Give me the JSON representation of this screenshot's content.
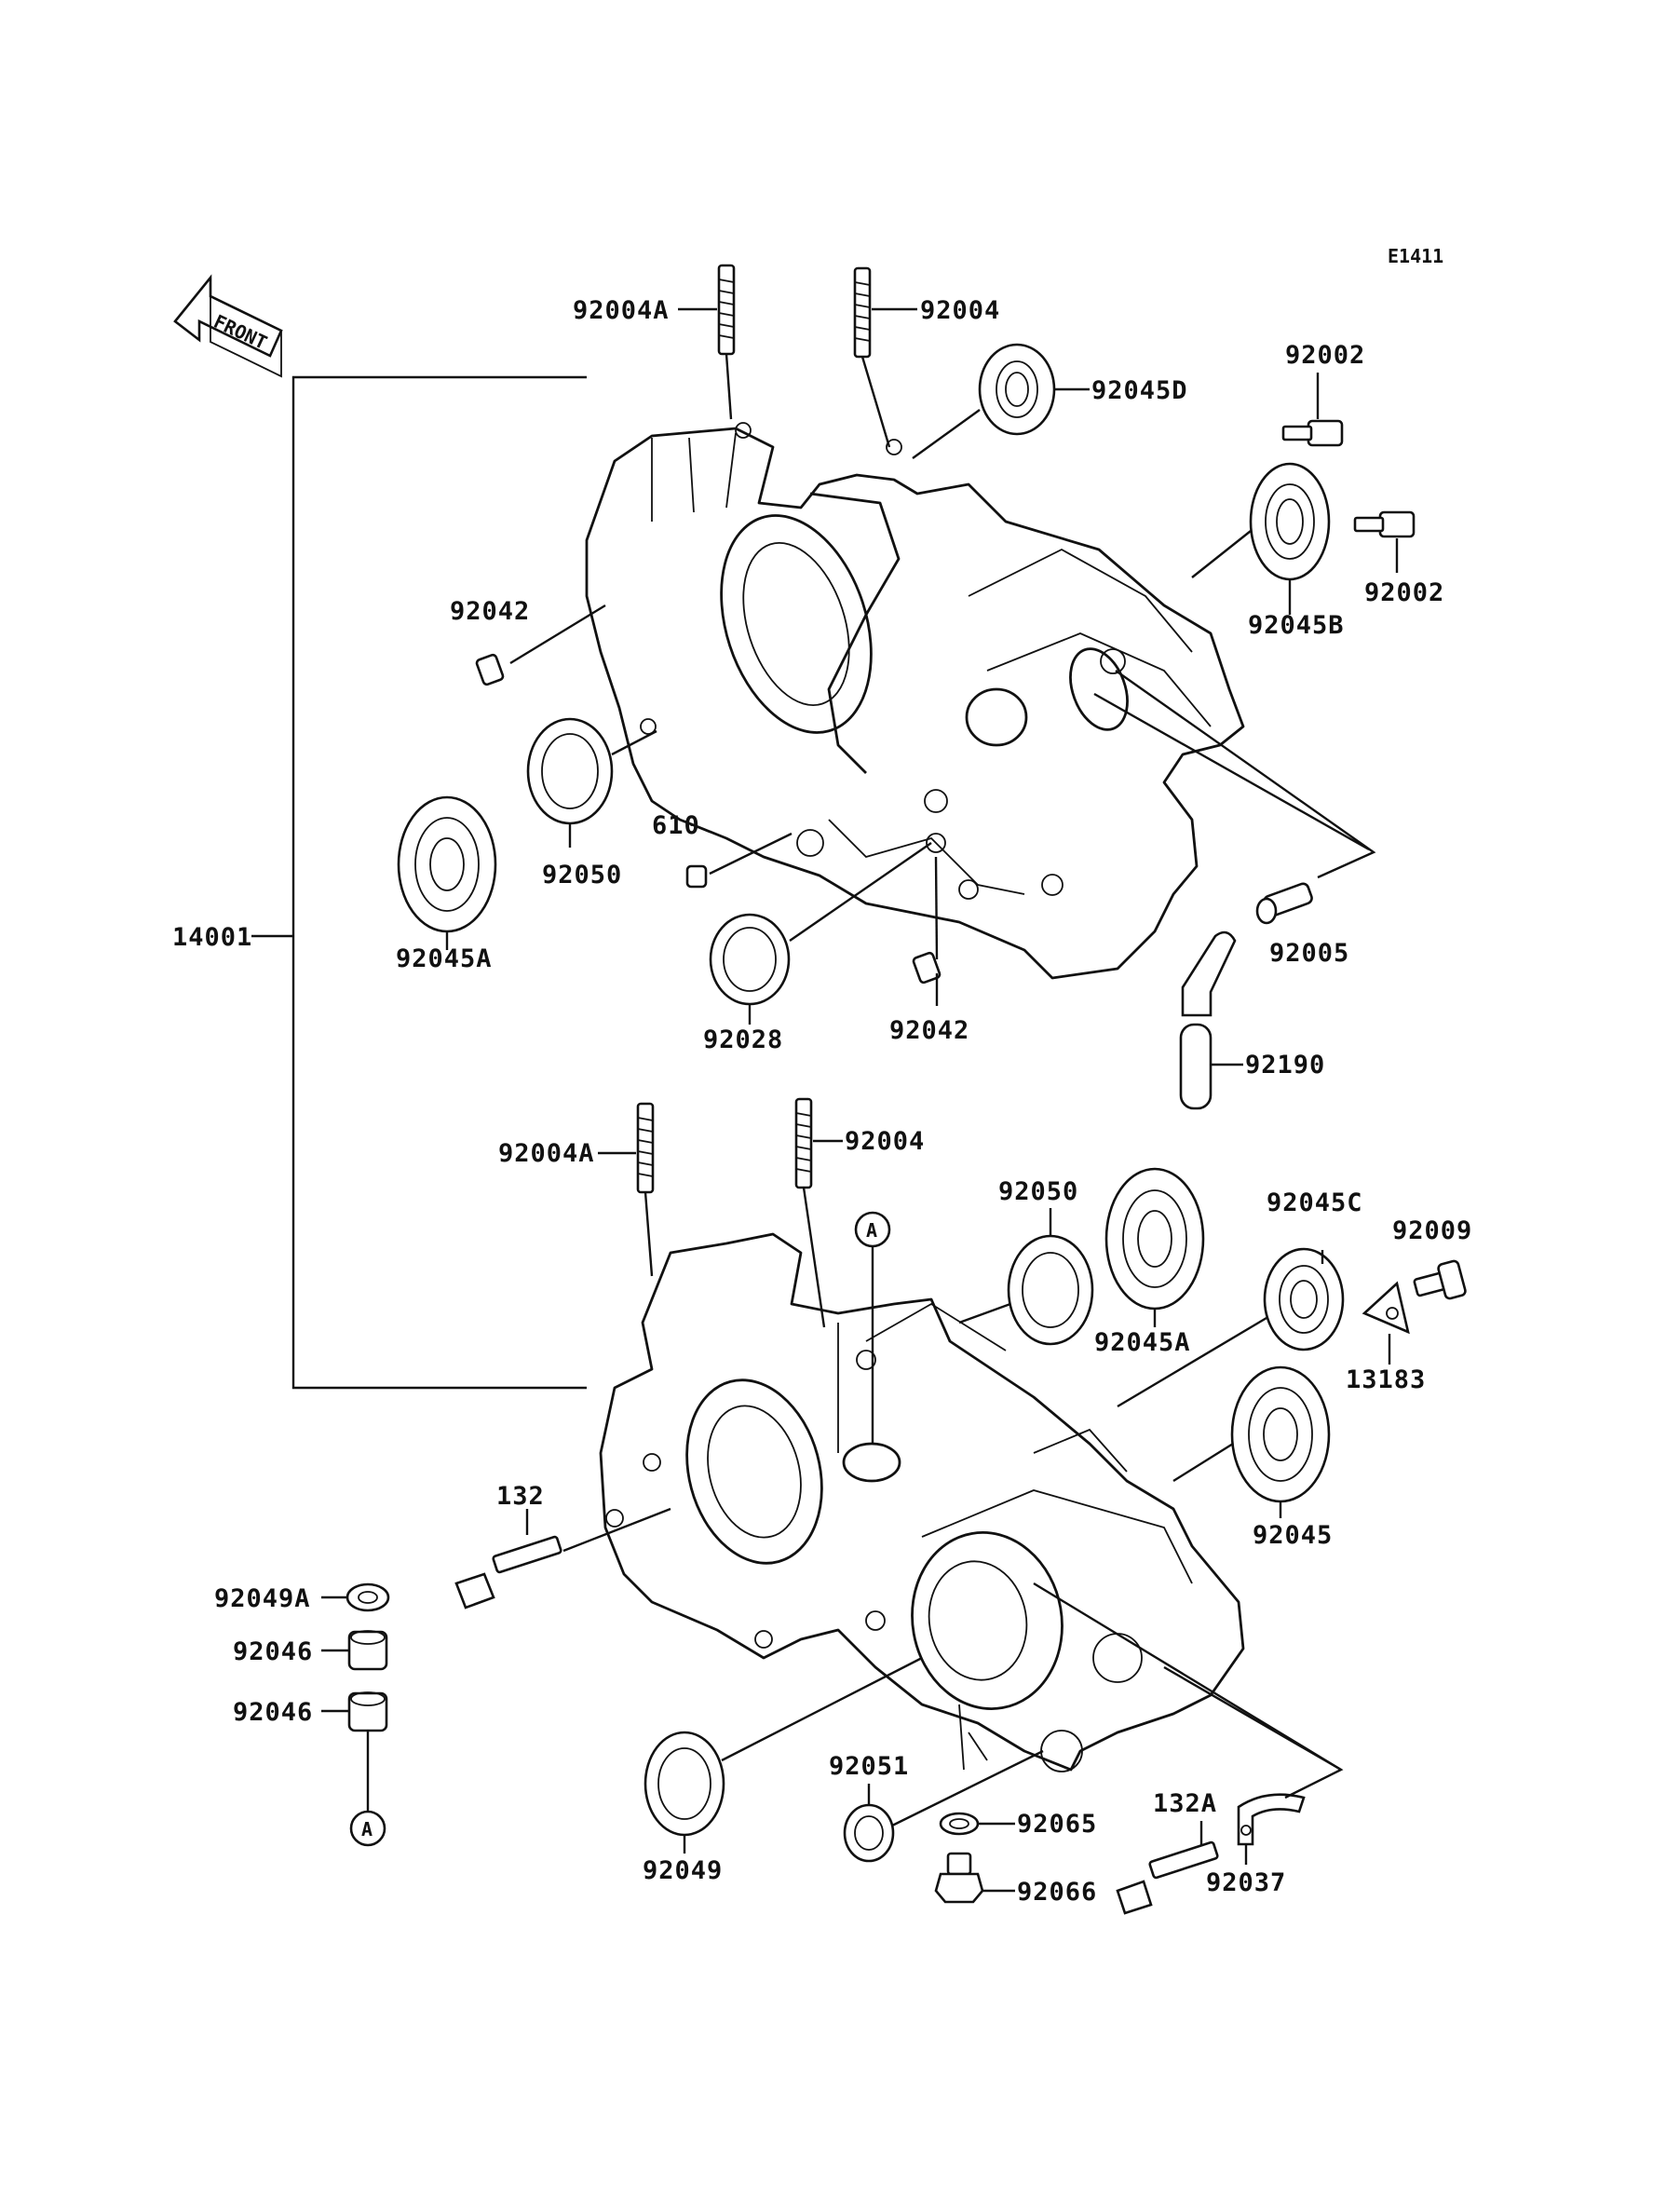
{
  "diagram_code": "E1411",
  "front_label": "FRONT",
  "ref_marker": "A",
  "labels": {
    "p92004A_top": "92004A",
    "p92004_top": "92004",
    "p92045D": "92045D",
    "p92002_a": "92002",
    "p92002_b": "92002",
    "p92045B": "92045B",
    "p92042_top": "92042",
    "p92050_top": "92050",
    "p610": "610",
    "p92045A_top": "92045A",
    "p14001": "14001",
    "p92028": "92028",
    "p92042_mid": "92042",
    "p92005": "92005",
    "p92190": "92190",
    "p92004A_bot": "92004A",
    "p92004_bot": "92004",
    "p92050_bot": "92050",
    "p92045C": "92045C",
    "p92009": "92009",
    "p92045A_bot": "92045A",
    "p13183": "13183",
    "p132": "132",
    "p92045": "92045",
    "p92049A": "92049A",
    "p92046_a": "92046",
    "p92046_b": "92046",
    "p92051": "92051",
    "p92065": "92065",
    "p132A": "132A",
    "p92049": "92049",
    "p92066": "92066",
    "p92037": "92037"
  }
}
